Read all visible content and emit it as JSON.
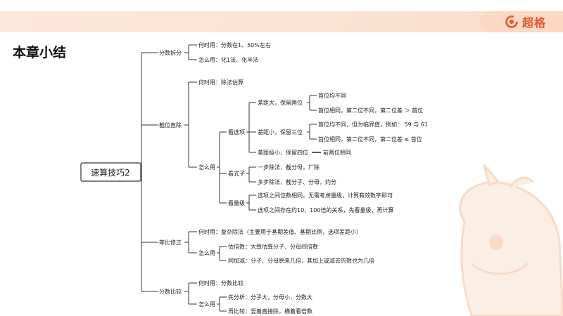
{
  "brand": {
    "name": "超格"
  },
  "page": {
    "title": "本章小结"
  },
  "mindmap": {
    "root": "速算技巧2",
    "fenshu_chaifen": {
      "label": "分数拆分",
      "when": "何时用：分数在1、50%左右",
      "how": "怎么用：化1法、化半法"
    },
    "jiewei_zhichu": {
      "label": "截位直除",
      "when": "何时用：除法估算",
      "how": "怎么用",
      "kanxuanxiang": {
        "label": "看选项",
        "chaju_da": {
          "label": "差距大，保留两位",
          "items": [
            "首位均不同",
            "首位相同，第二位不同，第二位差 ＞ 首位"
          ]
        },
        "chaju_xiao": {
          "label": "差距小，保留三位",
          "items": [
            "首位均不同，但为临界值，例如： 59 与 61",
            "首位相同，第二位不同，第二位差 ≤ 首位"
          ]
        },
        "chaju_jixiao": {
          "label": "差距极小，保留四位",
          "item": "前两位相同"
        }
      },
      "kanshizi": {
        "label": "看式子",
        "items": [
          "一步除法，截分母，厂除",
          "多步除法，截分子、分母，约分"
        ]
      },
      "kanliangji": {
        "label": "看量级",
        "items": [
          "选项之间位数相同，无需考虑量级，计算有效数字即可",
          "选项之间存在约10、100倍的关系，先看量级，再计算"
        ]
      }
    },
    "dengbi_xiuzheng": {
      "label": "等比修正",
      "when": "何时用：复杂除法（主要用于基期差值、基期比例，选项差距小）",
      "how": "怎么用",
      "items": [
        "估倍数：大致估算分子、分母间倍数",
        "同加减：分子、分母原来几倍，其加上或减去的数也为几倍"
      ]
    },
    "fenshu_bijiao": {
      "label": "分数比较",
      "when": "何时用：分数比较",
      "how": "怎么用",
      "items": [
        "先分析：分子大，分母小，分数大",
        "再比较：竖着直接除，横着看倍数"
      ]
    }
  },
  "colors": {
    "brand": "#e8582a",
    "banner": "#fbe3d3",
    "line": "#333333"
  }
}
